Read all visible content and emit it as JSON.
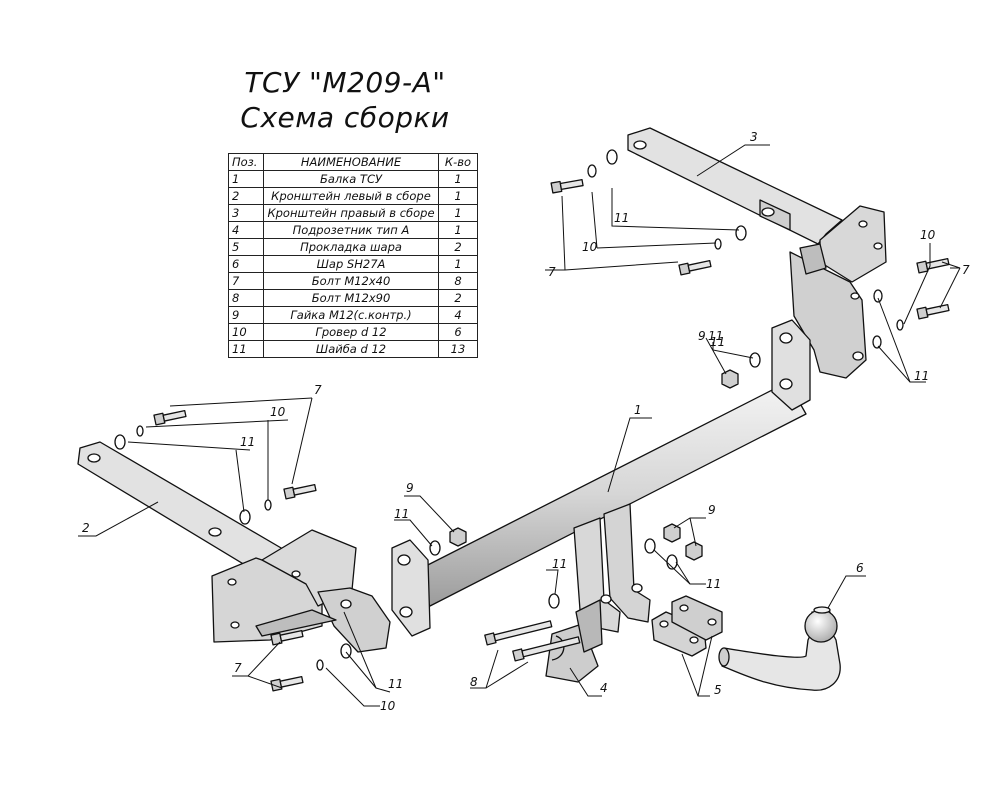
{
  "title": {
    "line1": "ТСУ \"М209-А\"",
    "line2": "Схема сборки"
  },
  "spec_table": {
    "headers": [
      "Поз.",
      "НАИМЕНОВАНИЕ",
      "К-во"
    ],
    "rows": [
      {
        "pos": "1",
        "name": "Балка ТСУ",
        "qty": "1"
      },
      {
        "pos": "2",
        "name": "Кронштейн левый в сборе",
        "qty": "1"
      },
      {
        "pos": "3",
        "name": "Кронштейн правый в сборе",
        "qty": "1"
      },
      {
        "pos": "4",
        "name": "Подрозетник тип А",
        "qty": "1"
      },
      {
        "pos": "5",
        "name": "Прокладка шара",
        "qty": "2"
      },
      {
        "pos": "6",
        "name": "Шар SH27A",
        "qty": "1"
      },
      {
        "pos": "7",
        "name": "Болт М12х40",
        "qty": "8"
      },
      {
        "pos": "8",
        "name": "Болт М12х90",
        "qty": "2"
      },
      {
        "pos": "9",
        "name": "Гайка М12(с.контр.)",
        "qty": "4"
      },
      {
        "pos": "10",
        "name": "Гровер d 12",
        "qty": "6"
      },
      {
        "pos": "11",
        "name": "Шайба d 12",
        "qty": "13"
      }
    ]
  },
  "callouts": {
    "c1": "1",
    "c2": "2",
    "c3": "3",
    "c4": "4",
    "c5": "5",
    "c6": "6",
    "c7a": "7",
    "c7b": "7",
    "c7c": "7",
    "c7d": "7",
    "c8": "8",
    "c9a": "9",
    "c9b": "9",
    "c9c": "9",
    "c10a": "10",
    "c10b": "10",
    "c10c": "10",
    "c10d": "10",
    "c11a": "11",
    "c11b": "11",
    "c11c": "11",
    "c11d": "11",
    "c11e": "11",
    "c11f": "11",
    "c11g": "11",
    "c11h": "11",
    "c11i": "11"
  }
}
